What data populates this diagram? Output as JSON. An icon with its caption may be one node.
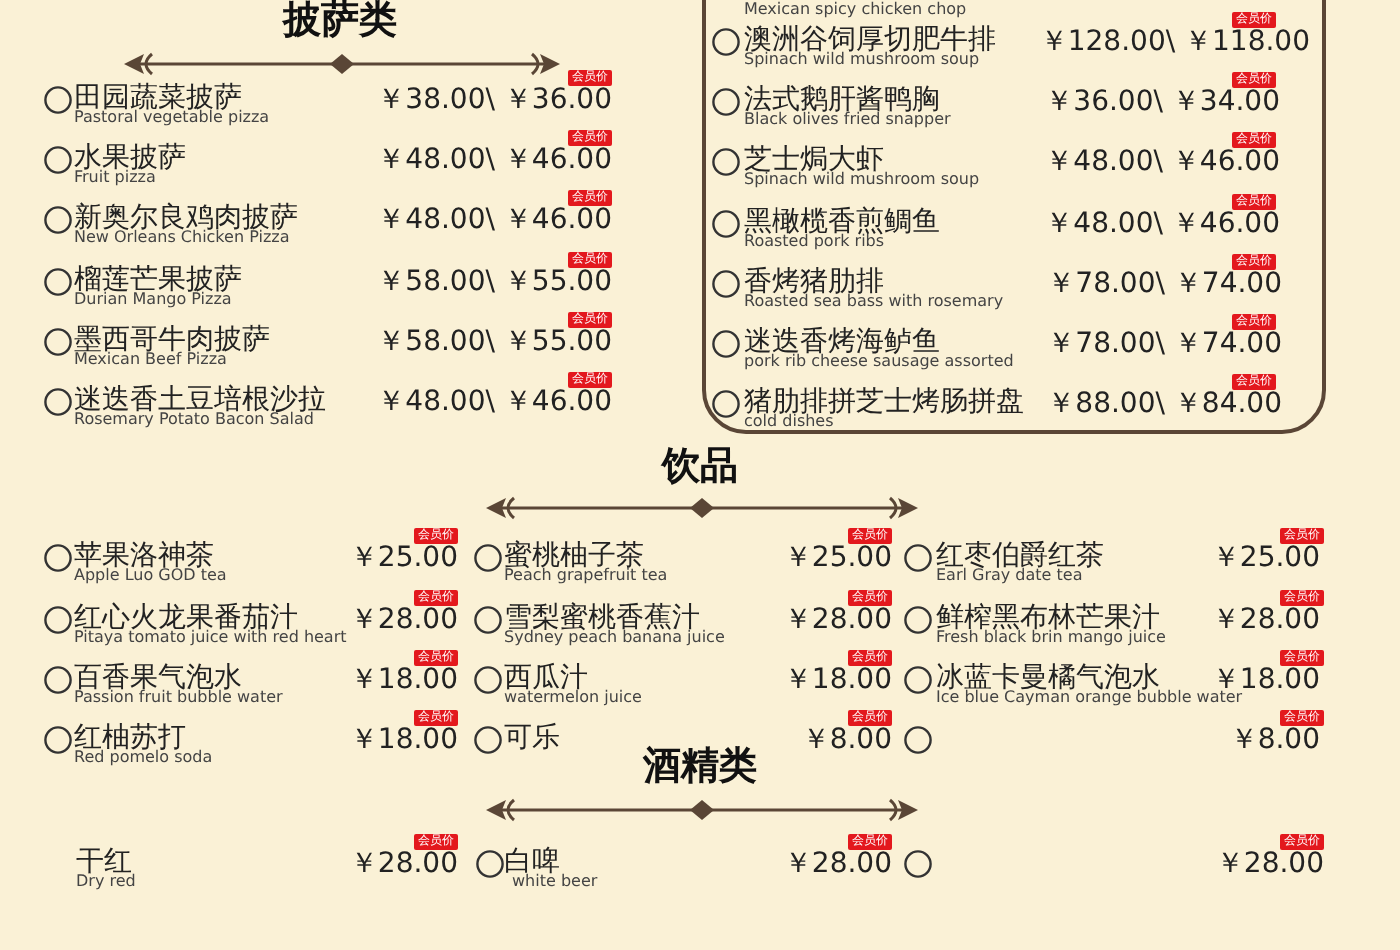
{
  "diagram": {
    "labels": [
      "披萨类",
      "会员价",
      "田园蔬菜披萨",
      "Pastoral vegetable pizza",
      "￥38.00\\ ￥36.00",
      "会员价",
      "水果披萨",
      "Fruit pizza",
      "￥48.00\\ ￥46.00",
      "会员价",
      "新奥尔良鸡肉披萨",
      "New Orleans Chicken Pizza",
      "￥48.00\\ ￥46.00",
      "会员价",
      "榴莲芒果披萨",
      "Durian Mango Pizza",
      "￥58.00\\ ￥55.00",
      "会员价",
      "墨西哥牛肉披萨",
      "Mexican Beef Pizza",
      "￥58.00\\ ￥55.00",
      "会员价",
      "迷迭香土豆培根沙拉",
      "Rosemary Potato Bacon Salad",
      "￥48.00\\ ￥46.00",
      "Mexican spicy chicken chop",
      "会员价",
      "澳洲谷饲厚切肥牛排",
      "Spinach wild mushroom soup",
      "￥128.00\\ ￥118.00",
      "会员价",
      "法式鹅肝酱鸭胸",
      "Black olives fried snapper",
      "￥36.00\\ ￥34.00",
      "会员价",
      "芝士焗大虾",
      "Spinach wild mushroom soup",
      "￥48.00\\ ￥46.00",
      "会员价",
      "黑橄榄香煎鲷鱼",
      "Roasted pork ribs",
      "￥48.00\\ ￥46.00",
      "会员价",
      "香烤猪肋排",
      "Roasted sea bass with rosemary",
      "￥78.00\\ ￥74.00",
      "会员价",
      "迷迭香烤海鲈鱼",
      "pork rib cheese sausage assorted",
      "￥78.00\\ ￥74.00",
      "会员价",
      "猪肋排拼芝士烤肠拼盘",
      "cold dishes",
      "￥88.00\\ ￥84.00",
      "饮品",
      "会员价",
      "苹果洛神茶",
      "Apple Luo GOD tea",
      "￥25.00",
      "会员价",
      "蜜桃柚子茶",
      "Peach grapefruit tea",
      "￥25.00",
      "会员价",
      "红枣伯爵红茶",
      "Earl Gray date tea",
      "￥25.00",
      "会员价",
      "红心火龙果番茄汁",
      "Pitaya tomato juice with red heart",
      "￥28.00",
      "会员价",
      "雪梨蜜桃香蕉汁",
      "Sydney peach banana juice",
      "￥28.00",
      "会员价",
      "鲜榨黑布林芒果汁",
      "Fresh black brin mango juice",
      "￥28.00",
      "会员价",
      "百香果气泡水",
      "Passion fruit bubble water",
      "￥18.00",
      "会员价",
      "西瓜汁",
      "watermelon juice",
      "￥18.00",
      "会员价",
      "冰蓝卡曼橘气泡水",
      "Ice blue Cayman orange bubble water",
      "￥18.00",
      "会员价",
      "红柚苏打",
      "Red pomelo soda",
      "￥18.00",
      "会员价",
      "可乐",
      "￥8.00",
      "会员价",
      "￥8.00",
      "酒精类",
      "会员价",
      "干红",
      "Dry red",
      "￥28.00",
      "会员价",
      "白啤",
      "white beer",
      "￥28.00",
      "会员价",
      "￥28.00"
    ]
  }
}
